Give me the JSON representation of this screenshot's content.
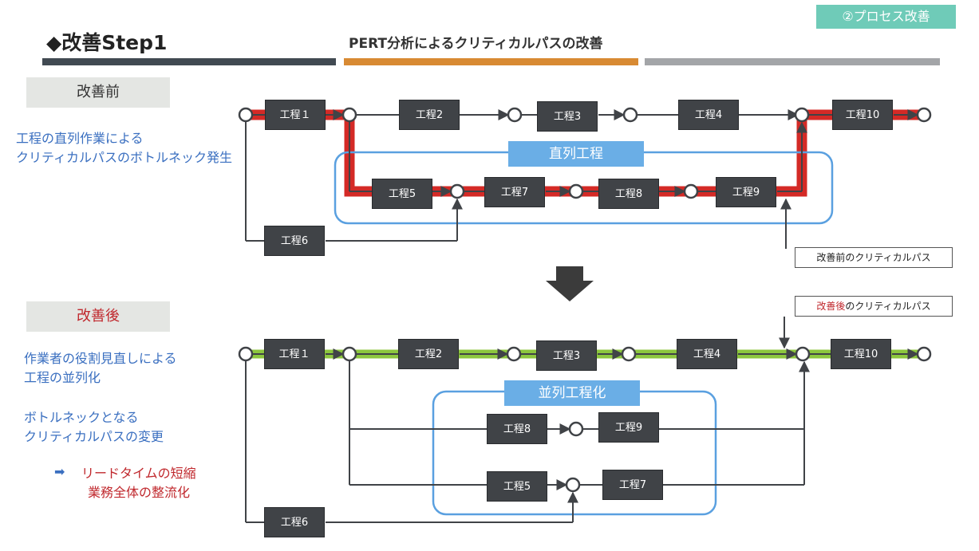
{
  "header": {
    "tag": "②プロセス改善",
    "title": "◆改善Step1",
    "subtitle": "PERT分析によるクリティカルパスの改善"
  },
  "before": {
    "label": "改善前",
    "description": [
      "工程の直列作業による",
      "クリティカルパスのボトルネック発生"
    ],
    "group_label": "直列工程",
    "note": "改善前のクリティカルパス",
    "nodes": [
      "工程１",
      "工程2",
      "工程3",
      "工程4",
      "工程10",
      "工程5",
      "工程7",
      "工程8",
      "工程9",
      "工程6"
    ]
  },
  "after": {
    "label": "改善後",
    "description1": [
      "作業者の役割見直しによる",
      "工程の並列化"
    ],
    "description2": [
      "ボトルネックとなる",
      "クリティカルパスの変更"
    ],
    "result": [
      "リードタイムの短縮",
      "業務全体の整流化"
    ],
    "group_label": "並列工程化",
    "note_red": "改善後",
    "note_rest": "のクリティカルパス",
    "nodes": [
      "工程１",
      "工程2",
      "工程3",
      "工程4",
      "工程10",
      "工程8",
      "工程9",
      "工程5",
      "工程7",
      "工程6"
    ]
  },
  "colors": {
    "critical_before": "#d42a26",
    "critical_after": "#8cc63e",
    "group_border": "#5aa0e0",
    "group_label_bg": "#6aaee6",
    "accent_text": "#3a6fc0",
    "red_text": "#c0282d"
  }
}
